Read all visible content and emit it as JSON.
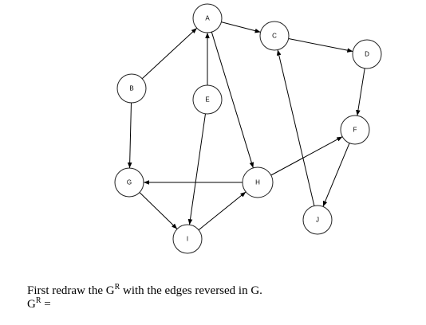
{
  "graph": {
    "nodes": [
      {
        "id": "A",
        "label": "A"
      },
      {
        "id": "B",
        "label": "B"
      },
      {
        "id": "C",
        "label": "C"
      },
      {
        "id": "D",
        "label": "D"
      },
      {
        "id": "E",
        "label": "E"
      },
      {
        "id": "F",
        "label": "F"
      },
      {
        "id": "G",
        "label": "G"
      },
      {
        "id": "H",
        "label": "H"
      },
      {
        "id": "I",
        "label": "I"
      },
      {
        "id": "J",
        "label": "J"
      }
    ],
    "edges": [
      {
        "from": "A",
        "to": "C"
      },
      {
        "from": "C",
        "to": "D"
      },
      {
        "from": "D",
        "to": "F"
      },
      {
        "from": "B",
        "to": "A"
      },
      {
        "from": "E",
        "to": "A"
      },
      {
        "from": "A",
        "to": "H"
      },
      {
        "from": "B",
        "to": "G"
      },
      {
        "from": "E",
        "to": "I"
      },
      {
        "from": "H",
        "to": "G"
      },
      {
        "from": "G",
        "to": "I"
      },
      {
        "from": "I",
        "to": "H"
      },
      {
        "from": "H",
        "to": "F"
      },
      {
        "from": "F",
        "to": "J"
      },
      {
        "from": "J",
        "to": "C"
      }
    ]
  },
  "caption": {
    "line1_before": "First redraw the G",
    "line1_sup": "R",
    "line1_after": " with the edges reversed in G.",
    "line2_before": "G",
    "line2_sup": "R",
    "line2_after": " ="
  }
}
